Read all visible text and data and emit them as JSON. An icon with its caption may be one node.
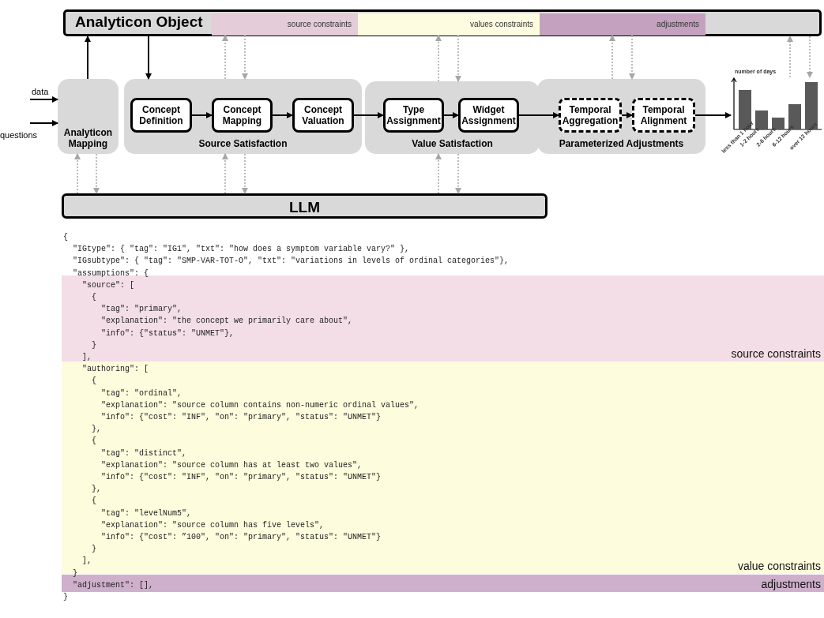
{
  "diagram": {
    "nodes": [
      {
        "text": [
          "Analyticon Object"
        ]
      },
      {
        "text": [
          "source constraints"
        ],
        "in": 0
      },
      {
        "text": [
          "values constraints"
        ],
        "in": 0
      },
      {
        "text": [
          "adjustments"
        ],
        "in": 0
      },
      {
        "text": [
          "Analyticon Mapping"
        ]
      },
      {
        "text": [
          "Source Satisfaction"
        ]
      },
      {
        "text": [
          "Concept Definition"
        ],
        "in": 5
      },
      {
        "text": [
          "Concept Mapping"
        ],
        "in": 5
      },
      {
        "text": [
          "Concept Valuation"
        ],
        "in": 5
      },
      {
        "text": [
          "Value Satisfaction"
        ]
      },
      {
        "text": [
          "Type Assignment"
        ],
        "in": 9
      },
      {
        "text": [
          "Widget Assignment"
        ],
        "in": 9
      },
      {
        "text": [
          "Parameterized Adjustments"
        ]
      },
      {
        "text": [
          "Temporal Aggregation"
        ],
        "in": 12
      },
      {
        "text": [
          "Temporal Alignment"
        ],
        "in": 12
      },
      {
        "text": [],
        "shape": "picture"
      },
      {
        "text": [
          "LLM"
        ]
      },
      {
        "text": [
          "source constraints"
        ]
      },
      {
        "text": [
          "value constraints"
        ]
      },
      {
        "text": [
          "adjustments"
        ]
      }
    ],
    "edges": [
      {
        "from": null,
        "to": 4,
        "arrow": "to",
        "label": "data",
        "color": "#000000"
      },
      {
        "from": null,
        "to": 4,
        "arrow": "to",
        "label": "questions",
        "color": "#000000"
      },
      {
        "from": 4,
        "to": 0,
        "arrow": "to",
        "color": "#000000"
      },
      {
        "from": 0,
        "to": 5,
        "arrow": "to",
        "color": "#000000"
      },
      {
        "from": 5,
        "to": 1,
        "arrow": "to",
        "style": "dashed"
      },
      {
        "from": 1,
        "to": 5,
        "arrow": "to",
        "style": "dashed"
      },
      {
        "from": 9,
        "to": 2,
        "arrow": "to",
        "style": "dashed"
      },
      {
        "from": 2,
        "to": 9,
        "arrow": "to",
        "style": "dashed"
      },
      {
        "from": 12,
        "to": 3,
        "arrow": "to",
        "style": "dashed"
      },
      {
        "from": 3,
        "to": 12,
        "arrow": "to",
        "style": "dashed"
      },
      {
        "from": 15,
        "to": 0,
        "arrow": "to",
        "style": "dashed"
      },
      {
        "from": 0,
        "to": 15,
        "arrow": "to",
        "style": "dashed"
      },
      {
        "from": 16,
        "to": 4,
        "arrow": "to",
        "style": "dashed"
      },
      {
        "from": 4,
        "to": 16,
        "arrow": "to",
        "style": "dashed"
      },
      {
        "from": 16,
        "to": 5,
        "arrow": "to",
        "style": "dashed"
      },
      {
        "from": 5,
        "to": 16,
        "arrow": "to",
        "style": "dashed"
      },
      {
        "from": 16,
        "to": 9,
        "arrow": "to",
        "style": "dashed"
      },
      {
        "from": 9,
        "to": 16,
        "arrow": "to",
        "style": "dashed"
      },
      {
        "from": 6,
        "to": 7,
        "arrow": "to",
        "color": "#000000"
      },
      {
        "from": 7,
        "to": 8,
        "arrow": "to",
        "color": "#000000"
      },
      {
        "from": 8,
        "to": 10,
        "arrow": "to",
        "color": "#000000"
      },
      {
        "from": 10,
        "to": 11,
        "arrow": "to",
        "color": "#000000"
      },
      {
        "from": 11,
        "to": 13,
        "arrow": "to",
        "color": "#000000"
      },
      {
        "from": 13,
        "to": 14,
        "arrow": "to",
        "color": "#000000"
      },
      {
        "from": 14,
        "to": 15,
        "arrow": "to",
        "color": "#000000"
      }
    ],
    "labels": [
      "number of days",
      "less than 1 hour",
      "1-2 hours",
      "2-6 hours",
      "6-12 hours",
      "over 12 hours",
      "{",
      "  \"IGtype\": { \"tag\": \"IG1\", \"txt\": \"how does a symptom variable vary?\" },",
      "  \"IGsubtype\": { \"tag\": \"SMP-VAR-TOT-O\", \"txt\": \"variations in levels of ordinal categories\"},",
      "  \"assumptions\": {",
      "    \"source\": [",
      "      {",
      "        \"tag\": \"primary\",",
      "        \"explanation\": \"the concept we primarily care about\",",
      "        \"info\": {\"status\": \"UNMET\"},",
      "      }",
      "    ],",
      "    \"authoring\": [",
      "      {",
      "        \"tag\": \"ordinal\",",
      "        \"explanation\": \"source column contains non-numeric ordinal values\",",
      "        \"info\": {\"cost\": \"INF\", \"on\": \"primary\", \"status\": \"UNMET\"}",
      "      },",
      "      {",
      "        \"tag\": \"distinct\",",
      "        \"explanation\": \"source column has at least two values\",",
      "        \"info\": {\"cost\": \"INF\", \"on\": \"primary\", \"status\": \"UNMET\"}",
      "      },",
      "      {",
      "        \"tag\": \"levelNum5\",",
      "        \"explanation\": \"source column has five levels\",",
      "        \"info\": {\"cost\": ”100\", \"on\": \"primary\", \"status\": \"UNMET\"}",
      "      }",
      "    ],",
      "  }",
      "  \"adjustment\": [],",
      "}"
    ]
  }
}
